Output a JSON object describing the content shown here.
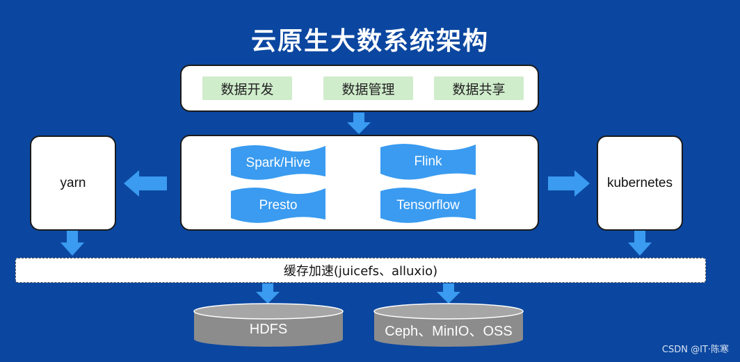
{
  "title": "云原生大数系统架构",
  "top_tags": [
    "数据开发",
    "数据管理",
    "数据共享"
  ],
  "engines": [
    "Spark/Hive",
    "Flink",
    "Presto",
    "Tensorflow"
  ],
  "left_node": "yarn",
  "right_node": "kubernetes",
  "cache_layer": "缓存加速(juicefs、alluxio)",
  "storage": [
    "HDFS",
    "Ceph、MinIO、OSS"
  ],
  "watermark": "CSDN @IT·陈寒",
  "colors": {
    "background": "#0b47a0",
    "arrow": "#3a9bf0",
    "banner": "#3a9bf0",
    "tag": "#cfeccb",
    "storage": "#8c8c8c"
  }
}
